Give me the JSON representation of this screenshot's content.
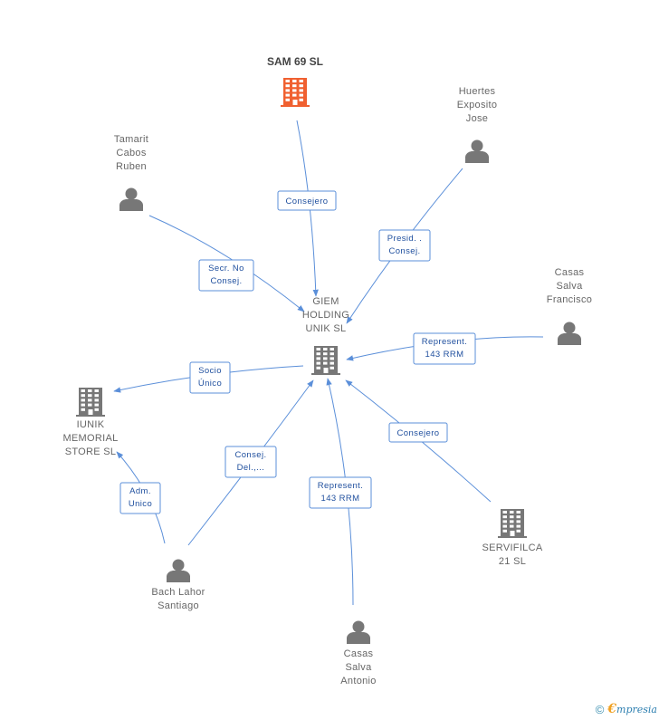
{
  "colors": {
    "edge": "#5b8fd9",
    "edge_text": "#1f4f9e",
    "node_gray": "#777777",
    "highlight": "#f06030"
  },
  "nodes": [
    {
      "id": "giem",
      "type": "company",
      "lines": [
        "GIEM",
        "HOLDING",
        "UNIK SL"
      ],
      "icon": "building-icon"
    },
    {
      "id": "sam69",
      "type": "company",
      "lines": [
        "SAM 69 SL"
      ],
      "icon": "building-icon",
      "highlight": true
    },
    {
      "id": "huertes",
      "type": "person",
      "lines": [
        "Huertes",
        "Exposito",
        "Jose"
      ],
      "icon": "person-icon"
    },
    {
      "id": "tamarit",
      "type": "person",
      "lines": [
        "Tamarit",
        "Cabos",
        "Ruben"
      ],
      "icon": "person-icon"
    },
    {
      "id": "casas_f",
      "type": "person",
      "lines": [
        "Casas",
        "Salva",
        "Francisco"
      ],
      "icon": "person-icon"
    },
    {
      "id": "iunik",
      "type": "company",
      "lines": [
        "IUNIK",
        "MEMORIAL",
        "STORE SL"
      ],
      "icon": "building-icon"
    },
    {
      "id": "servifilca",
      "type": "company",
      "lines": [
        "SERVIFILCA",
        "21 SL"
      ],
      "icon": "building-icon"
    },
    {
      "id": "bach",
      "type": "person",
      "lines": [
        "Bach Lahor",
        "Santiago"
      ],
      "icon": "person-icon"
    },
    {
      "id": "casas_a",
      "type": "person",
      "lines": [
        "Casas",
        "Salva",
        "Antonio"
      ],
      "icon": "person-icon"
    }
  ],
  "edges": [
    {
      "from": "sam69",
      "to": "giem",
      "label": [
        "Consejero"
      ]
    },
    {
      "from": "huertes",
      "to": "giem",
      "label": [
        "Presid. .",
        "Consej."
      ]
    },
    {
      "from": "tamarit",
      "to": "giem",
      "label": [
        "Secr.  No",
        "Consej."
      ]
    },
    {
      "from": "casas_f",
      "to": "giem",
      "label": [
        "Represent.",
        "143 RRM"
      ]
    },
    {
      "from": "giem",
      "to": "iunik",
      "label": [
        "Socio",
        "Único"
      ]
    },
    {
      "from": "servifilca",
      "to": "giem",
      "label": [
        "Consejero"
      ]
    },
    {
      "from": "bach",
      "to": "giem",
      "label": [
        "Consej.",
        "Del.,..."
      ]
    },
    {
      "from": "bach",
      "to": "iunik",
      "label": [
        "Adm.",
        "Unico"
      ]
    },
    {
      "from": "casas_a",
      "to": "giem",
      "label": [
        "Represent.",
        "143 RRM"
      ]
    }
  ],
  "footer": {
    "copyright": "©",
    "brand_initial": "€",
    "brand_rest": "mpresia"
  }
}
